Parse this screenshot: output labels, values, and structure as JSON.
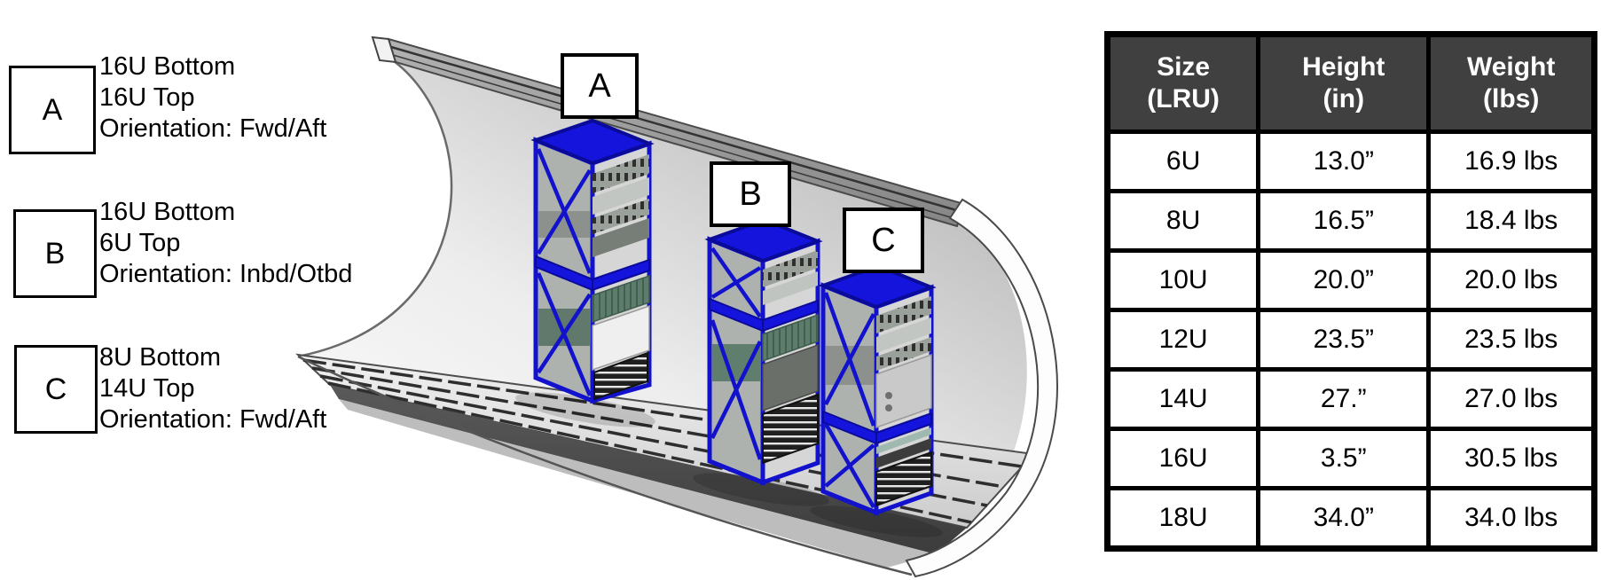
{
  "legend": {
    "items": [
      {
        "key": "A",
        "lines": [
          "16U Bottom",
          "16U Top",
          "Orientation: Fwd/Aft"
        ]
      },
      {
        "key": "B",
        "lines": [
          "16U Bottom",
          "6U Top",
          "Orientation: Inbd/Otbd"
        ]
      },
      {
        "key": "C",
        "lines": [
          "8U Bottom",
          "14U Top",
          "Orientation: Fwd/Aft"
        ]
      }
    ]
  },
  "illustration": {
    "rack_labels": [
      "A",
      "B",
      "C"
    ],
    "colors": {
      "rack_frame_blue": "#1212cd",
      "rack_top_blue": "#1414dd",
      "equipment_green": "#5d7c6c",
      "shell_gray": "#b5b5b5"
    }
  },
  "table": {
    "headers": [
      [
        "Size",
        "(LRU)"
      ],
      [
        "Height",
        "(in)"
      ],
      [
        "Weight",
        "(lbs)"
      ]
    ],
    "rows": [
      [
        "6U",
        "13.0”",
        "16.9 lbs"
      ],
      [
        "8U",
        "16.5”",
        "18.4 lbs"
      ],
      [
        "10U",
        "20.0”",
        "20.0 lbs"
      ],
      [
        "12U",
        "23.5”",
        "23.5 lbs"
      ],
      [
        "14U",
        "27.”",
        "27.0 lbs"
      ],
      [
        "16U",
        "3.5”",
        "30.5 lbs"
      ],
      [
        "18U",
        "34.0”",
        "34.0 lbs"
      ]
    ],
    "header_bg": "#404040",
    "header_text_color": "#ffffff",
    "border_color": "#000000"
  }
}
